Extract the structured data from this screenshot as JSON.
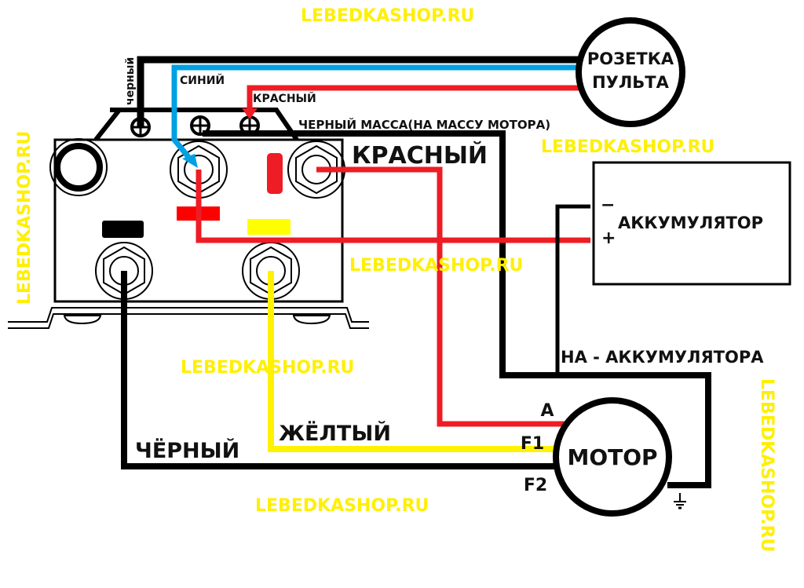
{
  "diagram": {
    "title": "Winch solenoid block wiring diagram",
    "colors": {
      "black_wire": "#000000",
      "blue_wire": "#00a0e4",
      "red_wire": "#ee1c24",
      "yellow_wire": "#fff200",
      "watermark": "#ffef00"
    },
    "watermarks": {
      "top": "LEBEDKASHOP.RU",
      "right_of_box": "LEBEDKASHOP.RU",
      "center": "LEBEDKASHOP.RU",
      "lower_center": "LEBEDKASHOP.RU",
      "bottom": "LEBEDKASHOP.RU",
      "left_vertical": "LEBEDKASHOP.RU",
      "right_vertical": "LEBEDKASHOP.RU"
    },
    "components": {
      "remote_socket": {
        "line1": "РОЗЕТКА",
        "line2": "ПУЛЬТА"
      },
      "battery": {
        "label": "АККУМУЛЯТОР",
        "minus": "−",
        "plus": "+"
      },
      "motor": {
        "label": "МОТОР",
        "terminals": [
          "A",
          "F1",
          "F2"
        ],
        "ground_icon": "ground-symbol"
      },
      "solenoid_block": {
        "name": "solenoid-block"
      }
    },
    "wire_labels": {
      "black_small": "черный",
      "blue": "СИНИЙ",
      "red_small": "КРАСНЫЙ",
      "ground_mass": "ЧЕРНЫЙ МАССА(НА МАССУ МОТОРА)",
      "red_big": "КРАСНЫЙ",
      "to_battery_minus": "НА - АККУМУЛЯТОРА",
      "yellow": "ЖЁЛТЫЙ",
      "black_big": "ЧЁРНЫЙ"
    }
  }
}
